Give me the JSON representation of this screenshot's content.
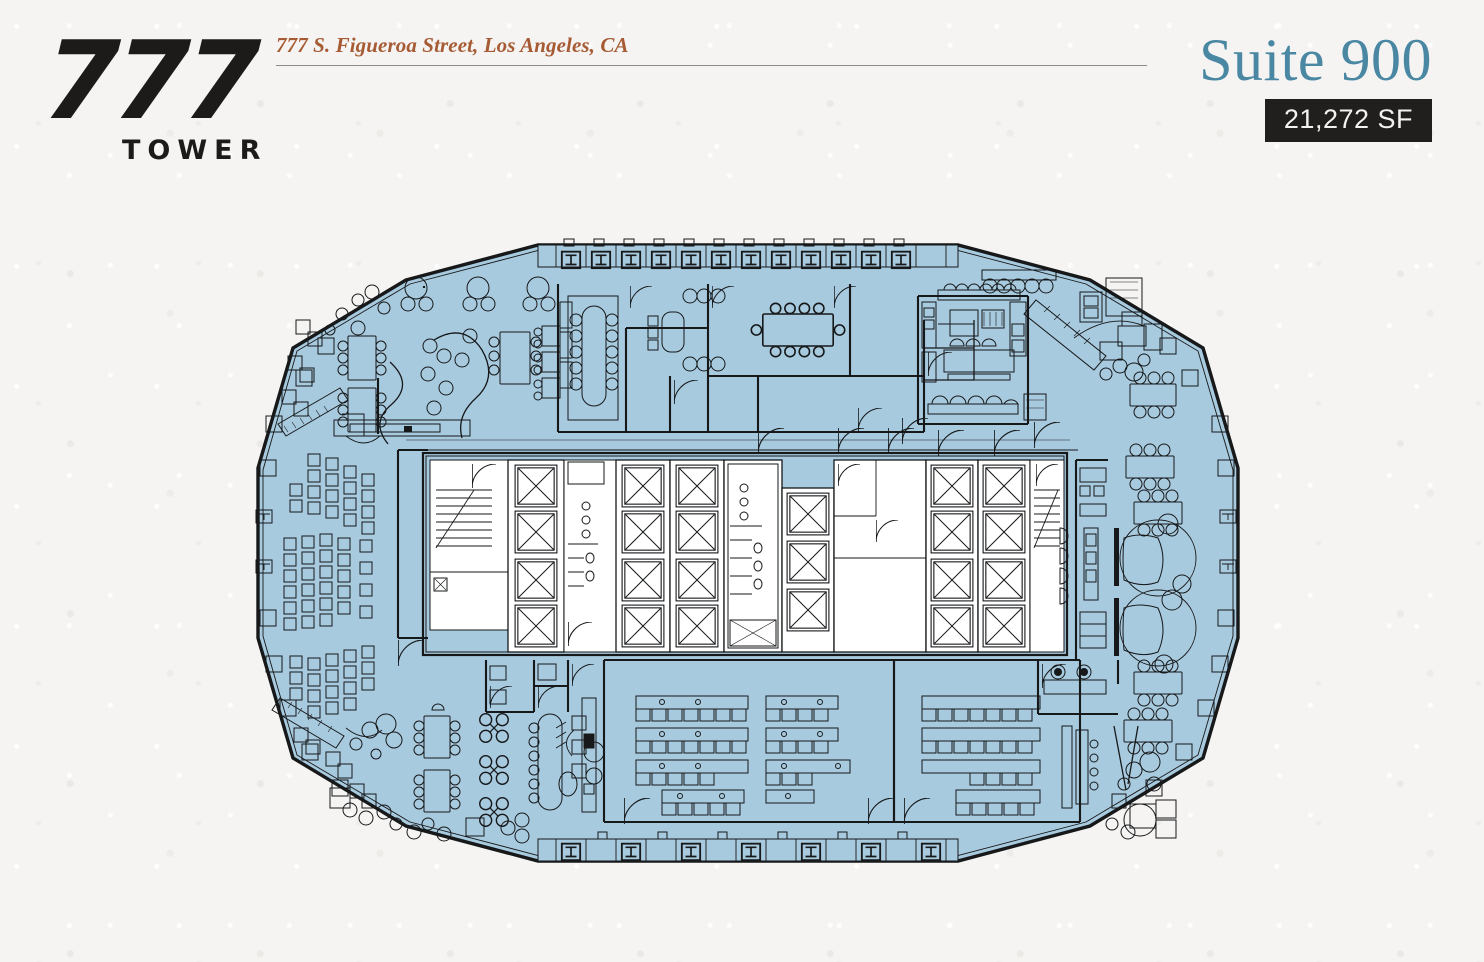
{
  "page": {
    "background_color": "#f5f4f2",
    "plan_fill_color": "#a8cade",
    "plan_line_color": "#16181a",
    "accent_color": "#a65b35",
    "suite_color": "#4a87a3",
    "badge_bg_color": "#201f1e"
  },
  "header": {
    "logo_number": "777",
    "logo_word": "TOWER",
    "address": "777 S. Figueroa Street, Los Angeles, CA",
    "suite_label": "Suite 900",
    "area_label": "21,272 SF"
  },
  "floorplan": {
    "title": "Suite 900 Floor Plan",
    "building_shape": "rounded-rectangular tower floorplate with chamfered corners",
    "core": {
      "description": "central building core",
      "elevator_banks": 4,
      "elevator_cabs": 26,
      "stairwells": 2,
      "restrooms": 2,
      "mechanical_shafts": 3
    },
    "zones": [
      {
        "name": "northwest-open-collaboration",
        "type": "open-lounge"
      },
      {
        "name": "north-conference-suite",
        "type": "conference-rooms"
      },
      {
        "name": "north-pantry-lounge",
        "type": "pantry"
      },
      {
        "name": "west-training-seating",
        "type": "training-rows"
      },
      {
        "name": "east-meeting-tables",
        "type": "meeting-tables"
      },
      {
        "name": "south-open-workstations",
        "type": "workstations"
      },
      {
        "name": "southwest-cafe",
        "type": "cafe-seating"
      },
      {
        "name": "southeast-lounge",
        "type": "lounge"
      }
    ]
  }
}
